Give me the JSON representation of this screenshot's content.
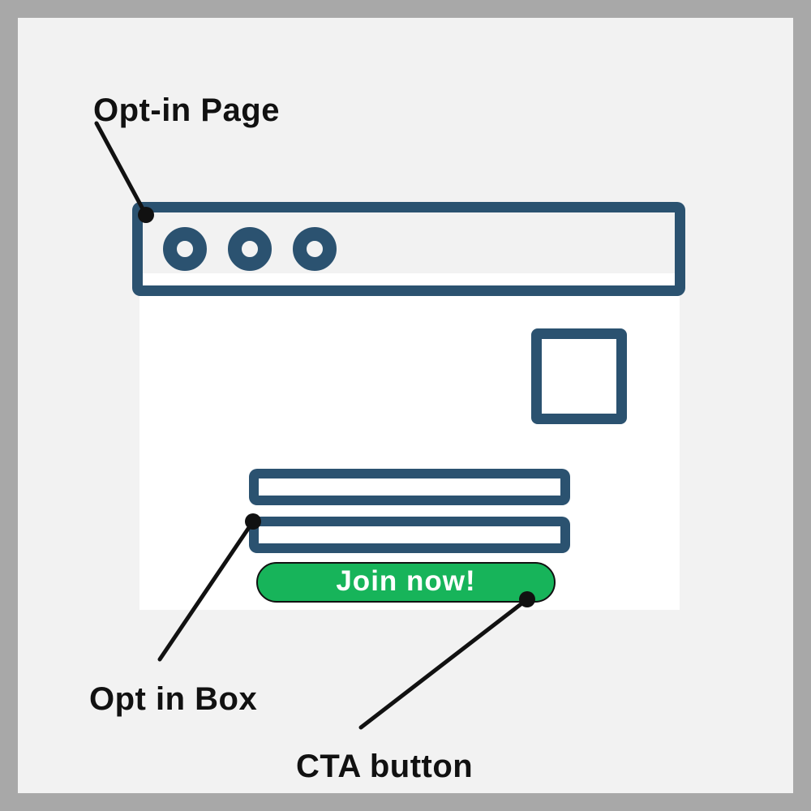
{
  "diagram": {
    "annotations": {
      "opt_in_page": "Opt-in Page",
      "opt_in_box": "Opt in Box",
      "cta_button": "CTA button"
    },
    "browser_window": {
      "window_dots_count": 3,
      "cta_label": "Join now!"
    },
    "colors": {
      "frame_gray": "#a8a8a8",
      "canvas_gray": "#f2f2f2",
      "wireframe_blue": "#2b5270",
      "cta_green": "#17b45a",
      "sheet_white": "#ffffff",
      "ink_black": "#111111"
    }
  }
}
